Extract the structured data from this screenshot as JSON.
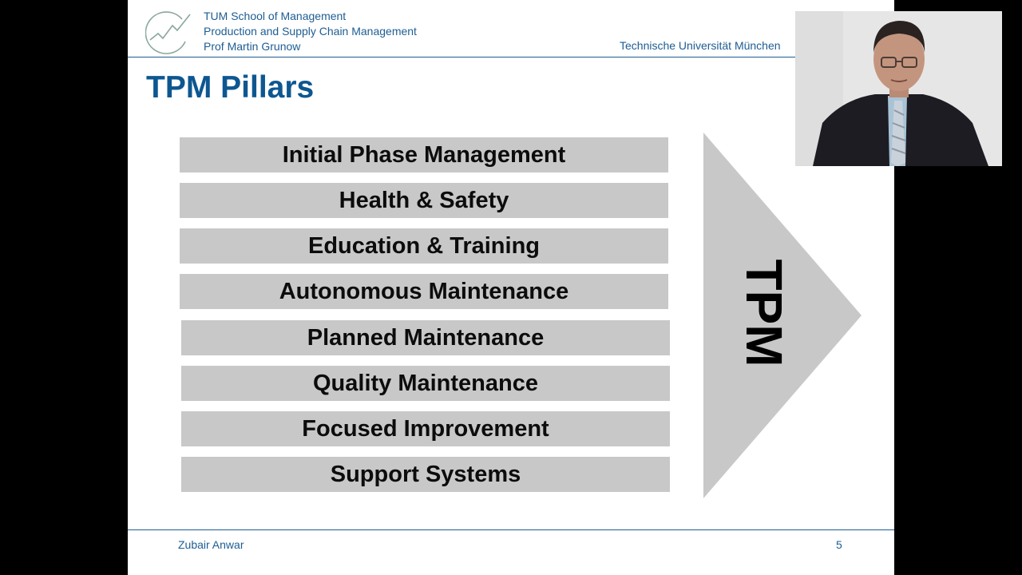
{
  "header": {
    "lines": [
      "TUM School of Management",
      "Production and Supply Chain Management",
      "Prof Martin Grunow"
    ],
    "university": "Technische Universität München"
  },
  "slide": {
    "title": "TPM Pillars",
    "pillars": [
      "Initial Phase Management",
      "Health & Safety",
      "Education & Training",
      "Autonomous Maintenance",
      "Planned Maintenance",
      "Quality Maintenance",
      "Focused Improvement",
      "Support Systems"
    ],
    "arrow_label": "TPM"
  },
  "footer": {
    "presenter": "Zubair Anwar",
    "page_number": "5"
  },
  "webcam": {
    "icon": "presenter-video-feed"
  },
  "colors": {
    "accent": "#1d5d93",
    "title": "#0d5791",
    "pillar_fill": "#c8c8c8",
    "arrow_fill": "#c8c8c8"
  }
}
